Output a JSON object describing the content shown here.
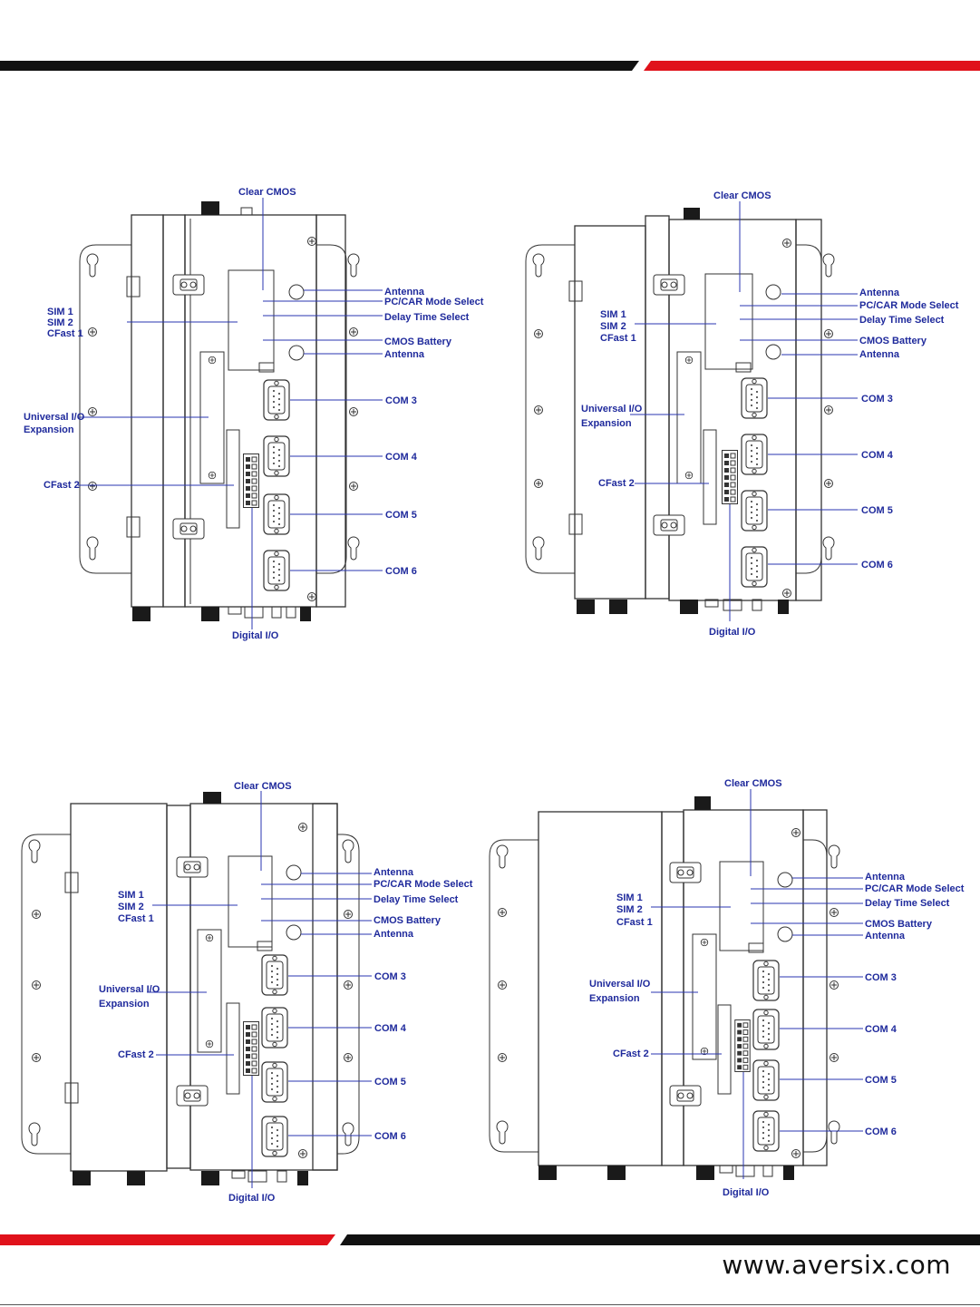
{
  "brand": {
    "accent": "#e0121b",
    "dark": "#111111",
    "label_color": "#1f2a9c"
  },
  "footer": {
    "url": "www.aversix.com"
  },
  "views": [
    {
      "labels": {
        "clear_cmos": "Clear CMOS",
        "antenna_top": "Antenna",
        "pc_car": "PC/CAR Mode Select",
        "delay": "Delay Time Select",
        "cmos_battery": "CMOS Battery",
        "antenna_bottom": "Antenna",
        "sim1": "SIM 1",
        "sim2": "SIM 2",
        "cfast1": "CFast 1",
        "uio1": "Universal I/O",
        "uio2": "Expansion",
        "cfast2": "CFast  2",
        "com3": "COM 3",
        "com4": "COM 4",
        "com5": "COM 5",
        "com6": "COM 6",
        "dio": "Digital I/O"
      }
    },
    {
      "labels": {
        "clear_cmos": "Clear CMOS",
        "antenna_top": "Antenna",
        "pc_car": "PC/CAR Mode Select",
        "delay": "Delay Time Select",
        "cmos_battery": "CMOS Battery",
        "antenna_bottom": "Antenna",
        "sim1": "SIM 1",
        "sim2": "SIM 2",
        "cfast1": "CFast 1",
        "uio1": "Universal I/O",
        "uio2": "Expansion",
        "cfast2": "CFast  2",
        "com3": "COM 3",
        "com4": "COM 4",
        "com5": "COM 5",
        "com6": "COM 6",
        "dio": "Digital I/O"
      }
    },
    {
      "labels": {
        "clear_cmos": "Clear CMOS",
        "antenna_top": "Antenna",
        "pc_car": "PC/CAR Mode Select",
        "delay": "Delay Time Select",
        "cmos_battery": "CMOS Battery",
        "antenna_bottom": "Antenna",
        "sim1": "SIM 1",
        "sim2": "SIM 2",
        "cfast1": "CFast 1",
        "uio1": "Universal I/O",
        "uio2": "Expansion",
        "cfast2": "CFast  2",
        "com3": "COM 3",
        "com4": "COM 4",
        "com5": "COM 5",
        "com6": "COM 6",
        "dio": "Digital I/O"
      }
    },
    {
      "labels": {
        "clear_cmos": "Clear CMOS",
        "antenna_top": "Antenna",
        "pc_car": "PC/CAR Mode Select",
        "delay": "Delay Time Select",
        "cmos_battery": "CMOS Battery",
        "antenna_bottom": "Antenna",
        "sim1": "SIM 1",
        "sim2": "SIM 2",
        "cfast1": "CFast 1",
        "uio1": "Universal I/O",
        "uio2": "Expansion",
        "cfast2": "CFast  2",
        "com3": "COM 3",
        "com4": "COM 4",
        "com5": "COM 5",
        "com6": "COM 6",
        "dio": "Digital I/O"
      }
    }
  ]
}
